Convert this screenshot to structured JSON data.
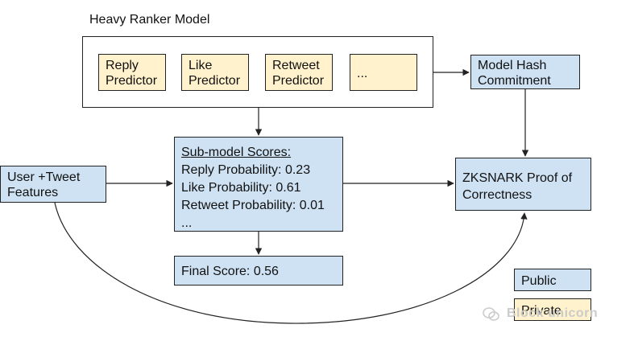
{
  "title": "Heavy Ranker Model",
  "predictors": [
    {
      "line1": "Reply",
      "line2": "Predictor"
    },
    {
      "line1": "Like",
      "line2": "Predictor"
    },
    {
      "line1": "Retweet",
      "line2": "Predictor"
    },
    {
      "line1": "...",
      "line2": ""
    }
  ],
  "model_hash": {
    "line1": "Model Hash",
    "line2": "Commitment"
  },
  "input": {
    "line1": "User +Tweet",
    "line2": "Features"
  },
  "scores": {
    "heading": "Sub-model Scores:",
    "lines": [
      "Reply Probability: 0.23",
      "Like Probability: 0.61",
      "Retweet Probability: 0.01",
      "..."
    ]
  },
  "proof": {
    "line1": "ZKSNARK Proof of",
    "line2": "Correctness"
  },
  "final": "Final Score: 0.56",
  "legend": {
    "public": "Public",
    "private": "Private"
  },
  "watermark": "Block unicorn",
  "colors": {
    "public": "#cfe2f3",
    "private": "#fff2cc",
    "stroke": "#222222"
  }
}
